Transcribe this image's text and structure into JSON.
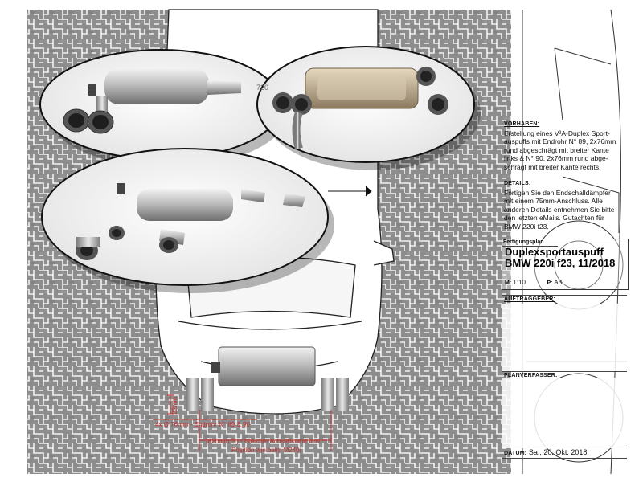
{
  "info_panel": {
    "vorhaben": {
      "heading": "VORHABEN:",
      "lines": [
        "Erstellung eines V²A-Duplex Sport-",
        "auspuffs mit Endrohr N° 89, 2x76mm",
        "rund abgeschrägt mit breiter Kante",
        "links & N° 90, 2x76mm rund abge-",
        "schrägt mit breiter Kante rechts."
      ]
    },
    "details": {
      "heading": "DETAILS:",
      "lines": [
        "Fertigen Sie den Endschalldämpfer",
        "mit einem 75mm-Anschluss. Alle",
        "anderen Details entnehmen Sie bitte",
        "den letzten eMails. Gutachten für",
        "BMW 220i f23."
      ]
    },
    "fertigungsplan": {
      "label": "Fertigungsplan",
      "title_line1": "Duplexsportauspuff",
      "title_line2": "BMW 220i f23, 11/2018",
      "m_label": "M:",
      "m_value": "1:10",
      "p_label": "P:",
      "p_value": "A3"
    },
    "auftraggeber": {
      "heading": "AUFTRAGGEBER:"
    },
    "planverfasser": {
      "heading": "PLANVERFASSER:"
    },
    "datum": {
      "label": "DATUM:",
      "value": "Sa., 20. Okt. 2018"
    }
  },
  "annotations": {
    "height_dim": "22mm",
    "pipe_dim": "4x Ø 76mm - Endrohr N° 89 & 90",
    "axle_dim_line1": "(820mm ?!) - Gleicher Achsabstand bzw.",
    "axle_dim_line2": "Position wie beim M240i",
    "logo_fragment": "720"
  },
  "colors": {
    "pavement": "#8c8c8c",
    "annotation_red": "#c0302a",
    "steel": "#c9c9c9"
  }
}
